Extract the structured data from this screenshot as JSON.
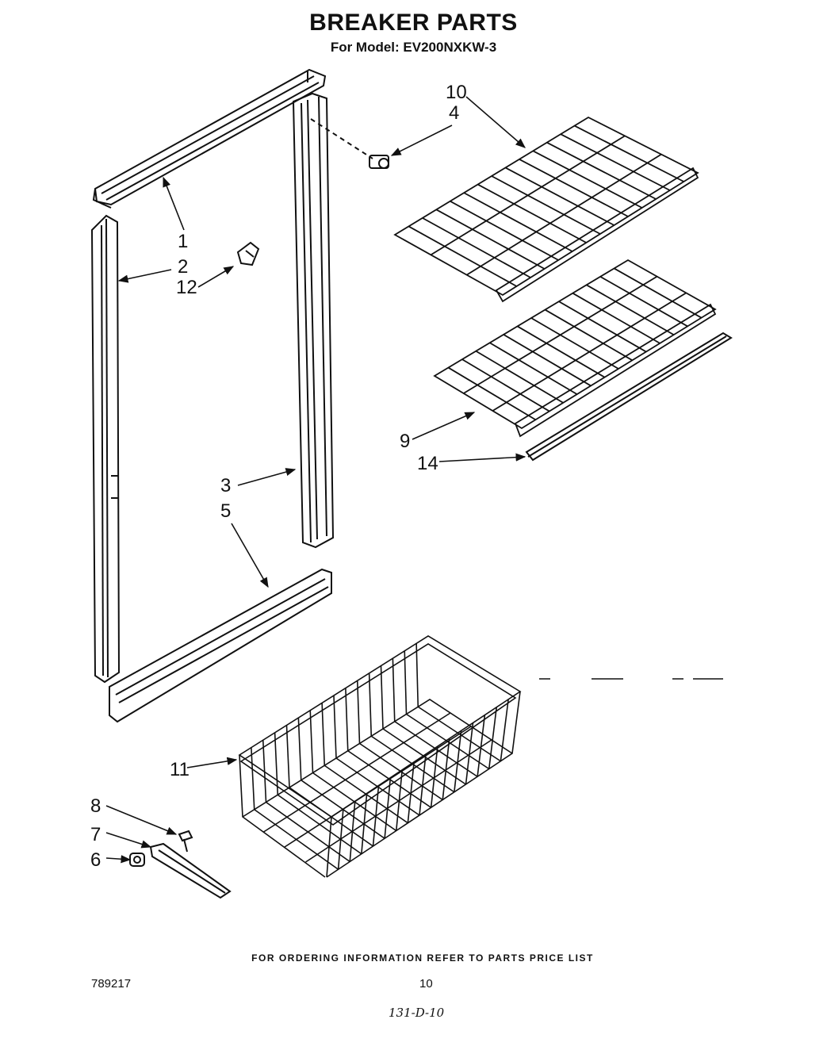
{
  "header": {
    "title": "BREAKER PARTS",
    "subtitle": "For Model: EV200NXKW-3"
  },
  "callouts": [
    {
      "id": "1",
      "label": "1"
    },
    {
      "id": "2",
      "label": "2"
    },
    {
      "id": "3",
      "label": "3"
    },
    {
      "id": "4",
      "label": "4"
    },
    {
      "id": "5",
      "label": "5"
    },
    {
      "id": "6",
      "label": "6"
    },
    {
      "id": "7",
      "label": "7"
    },
    {
      "id": "8",
      "label": "8"
    },
    {
      "id": "9",
      "label": "9"
    },
    {
      "id": "10",
      "label": "10"
    },
    {
      "id": "11",
      "label": "11"
    },
    {
      "id": "12",
      "label": "12"
    },
    {
      "id": "14",
      "label": "14"
    }
  ],
  "footer": {
    "ordering_note": "FOR ORDERING INFORMATION REFER TO PARTS PRICE LIST",
    "part_number": "789217",
    "page_number": "10",
    "handwritten_note": "131-D-10"
  }
}
